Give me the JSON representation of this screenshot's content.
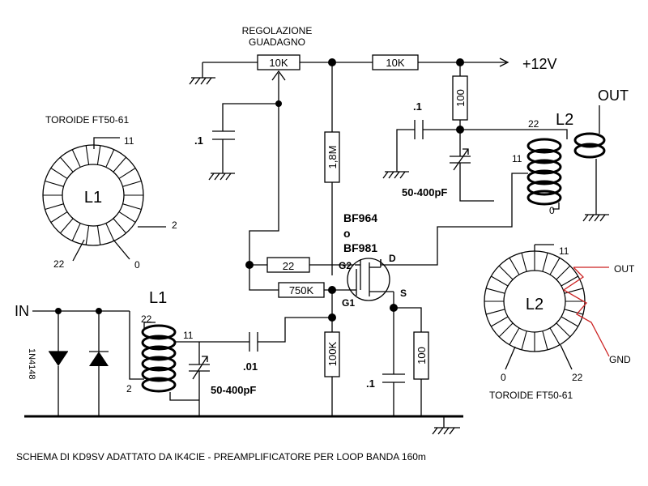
{
  "labels": {
    "gain_title_1": "REGOLAZIONE",
    "gain_title_2": "GUADAGNO",
    "supply": "+12V",
    "out_label": "OUT",
    "in_label": "IN",
    "l2_label": "L2",
    "l1_label": "L1",
    "toroid_left_title": "TOROIDE FT50-61",
    "toroid_right_title": "TOROIDE FT50-61",
    "transistor_1": "BF964",
    "transistor_or": "o",
    "transistor_2": "BF981",
    "pin_g2": "G2",
    "pin_d": "D",
    "pin_g1": "G1",
    "pin_s": "S",
    "diode": "1N4148",
    "footer": "SCHEMA DI KD9SV ADATTATO DA IK4CIE  - PREAMPLIFICATORE PER LOOP BANDA 160m"
  },
  "components": {
    "r_pot": "10K",
    "r_supply": "10K",
    "r_drain": "100",
    "r_bias": "1,8M",
    "r_g2": "22",
    "r_g1": "750K",
    "r_g1_gnd": "100K",
    "r_source": "100",
    "c_pot": ".1",
    "c_drain": ".1",
    "c_source": ".1",
    "c_couple": ".01",
    "c_var_l2": "50-400pF",
    "c_var_l1": "50-400pF"
  },
  "taps": {
    "l2_22": "22",
    "l2_11": "11",
    "l2_0": "0",
    "l1_22": "22",
    "l1_11": "11",
    "l1_2": "2"
  },
  "toroid_left": {
    "core": "L1",
    "tap_11": "11",
    "tap_2": "2",
    "tap_22": "22",
    "tap_0": "0"
  },
  "toroid_right": {
    "core": "L2",
    "tap_11": "11",
    "tap_out": "OUT",
    "tap_gnd": "GND",
    "tap_0": "0",
    "tap_22": "22"
  },
  "colors": {
    "line": "#000000",
    "highlight_wire": "#cc2222",
    "background": "#ffffff"
  }
}
